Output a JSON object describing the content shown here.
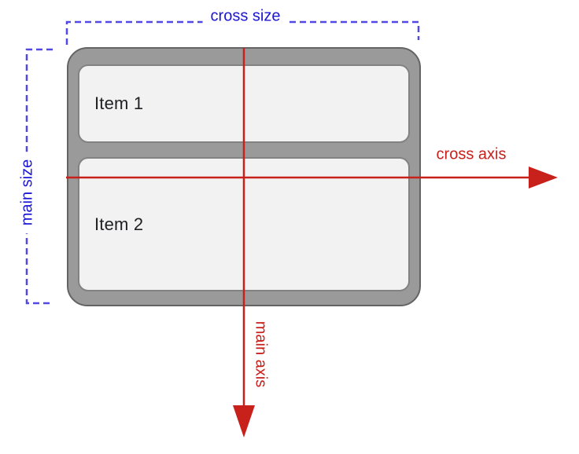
{
  "diagram": {
    "type": "flexbox-axes-diagram",
    "description": "Flex container with column direction showing main axis, cross axis, main size and cross size",
    "items": [
      {
        "label": "Item 1"
      },
      {
        "label": "Item 2"
      }
    ],
    "labels": {
      "cross_size": "cross size",
      "main_size": "main size",
      "cross_axis": "cross axis",
      "main_axis": "main axis"
    },
    "colors": {
      "size_label_blue": "#1b15d6",
      "size_bracket_blue": "#5148e6",
      "axis_red": "#c8201b",
      "container_fill": "#9a9a9a",
      "container_outline": "#646464",
      "item_fill": "#f2f2f3",
      "item_border": "#828282",
      "item_text": "#202124",
      "background": "#ffffff"
    }
  }
}
